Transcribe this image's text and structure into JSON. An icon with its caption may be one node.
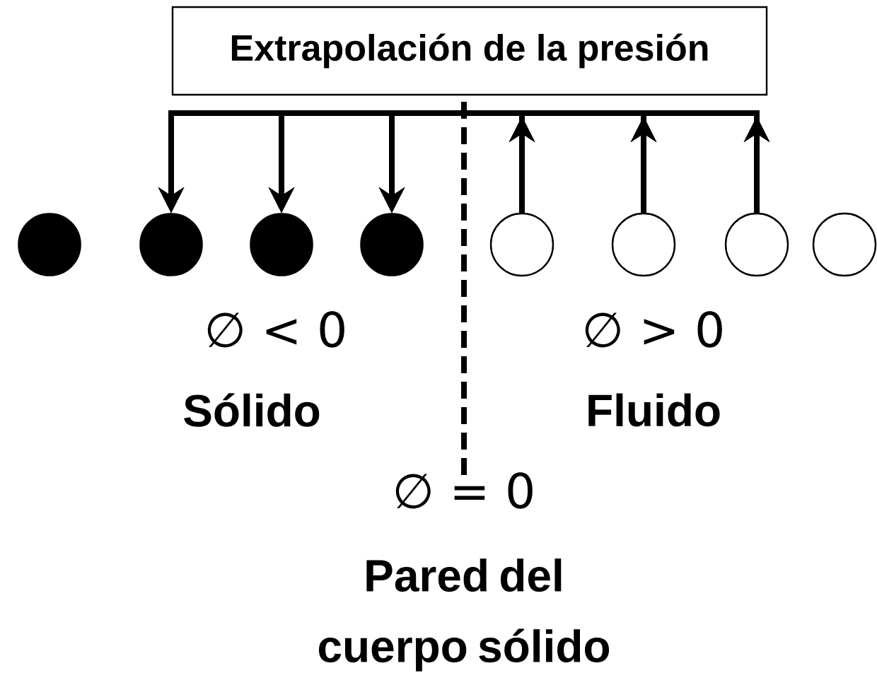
{
  "diagram": {
    "nodes": [
      {
        "text": [
          "Extrapolación de la presión"
        ]
      },
      {
        "text": [],
        "shape": "circle"
      },
      {
        "text": [],
        "shape": "circle"
      },
      {
        "text": [],
        "shape": "circle"
      },
      {
        "text": [],
        "shape": "circle"
      },
      {
        "text": [],
        "shape": "circle"
      },
      {
        "text": [],
        "shape": "circle"
      },
      {
        "text": [],
        "shape": "circle"
      },
      {
        "text": [],
        "shape": "circle"
      }
    ],
    "edges": [
      {
        "from": 5,
        "to": 2,
        "arrow": "to"
      },
      {
        "from": 5,
        "to": 3,
        "arrow": "to"
      },
      {
        "from": 5,
        "to": 4,
        "arrow": "to"
      },
      {
        "from": 6,
        "to": 2,
        "arrow": "to"
      },
      {
        "from": 6,
        "to": 3,
        "arrow": "to"
      },
      {
        "from": 6,
        "to": 4,
        "arrow": "to"
      },
      {
        "from": 7,
        "to": 2,
        "arrow": "to"
      },
      {
        "from": 7,
        "to": 3,
        "arrow": "to"
      },
      {
        "from": 7,
        "to": 4,
        "arrow": "to"
      }
    ],
    "labels": [
      "∅ < 0",
      "Sólido",
      "∅ > 0",
      "Fluido",
      "∅ = 0",
      "Pared del cuerpo sólido"
    ]
  }
}
